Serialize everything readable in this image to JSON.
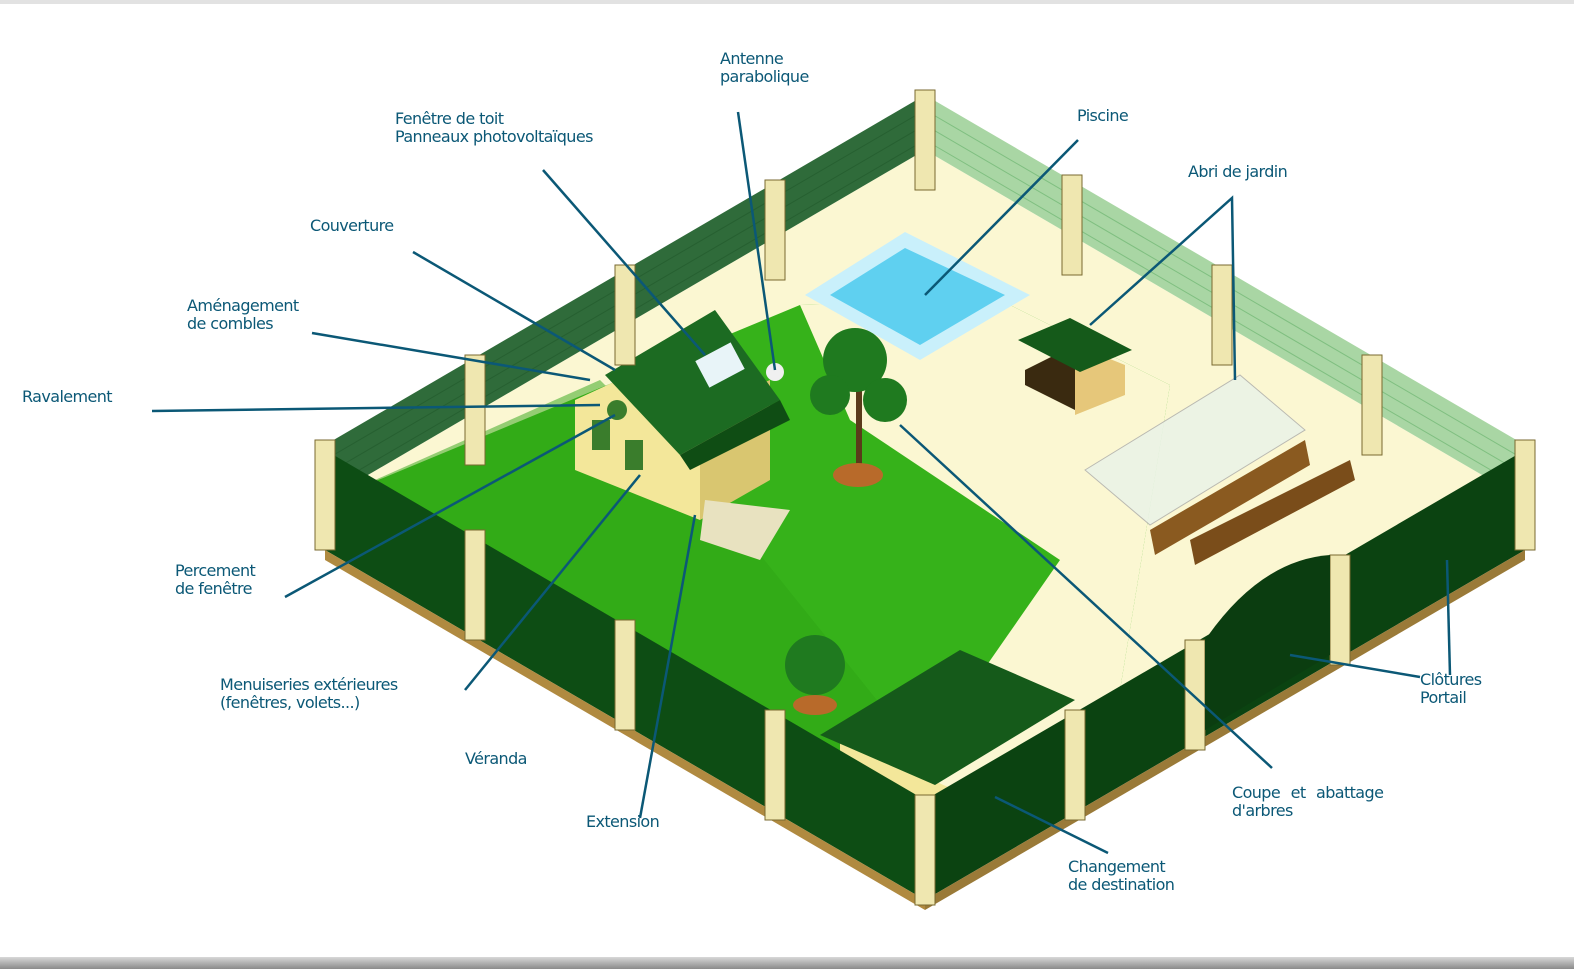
{
  "labels": {
    "antenne": [
      "Antenne",
      "parabolique"
    ],
    "fenetre_toit": [
      "Fenêtre de toit",
      "Panneaux photovoltaïques"
    ],
    "couverture": "Couverture",
    "combles": [
      "Aménagement",
      "de combles"
    ],
    "ravalement": "Ravalement",
    "percement": [
      "Percement",
      "de fenêtre"
    ],
    "menuiseries": [
      "Menuiseries extérieures",
      "(fenêtres, volets...)"
    ],
    "veranda": "Véranda",
    "extension": "Extension",
    "piscine": "Piscine",
    "abri": "Abri de jardin",
    "clotures": [
      "Clôtures",
      "Portail"
    ],
    "coupe": [
      "Coupe et abattage",
      "d'arbres"
    ],
    "changement": [
      "Changement",
      "de destination"
    ]
  },
  "colors": {
    "label": "#0b5876",
    "lawn": "#36b21a",
    "fence": "#0d4d14",
    "ground": "#fbf7d2",
    "pool": "#5fd0f0"
  }
}
